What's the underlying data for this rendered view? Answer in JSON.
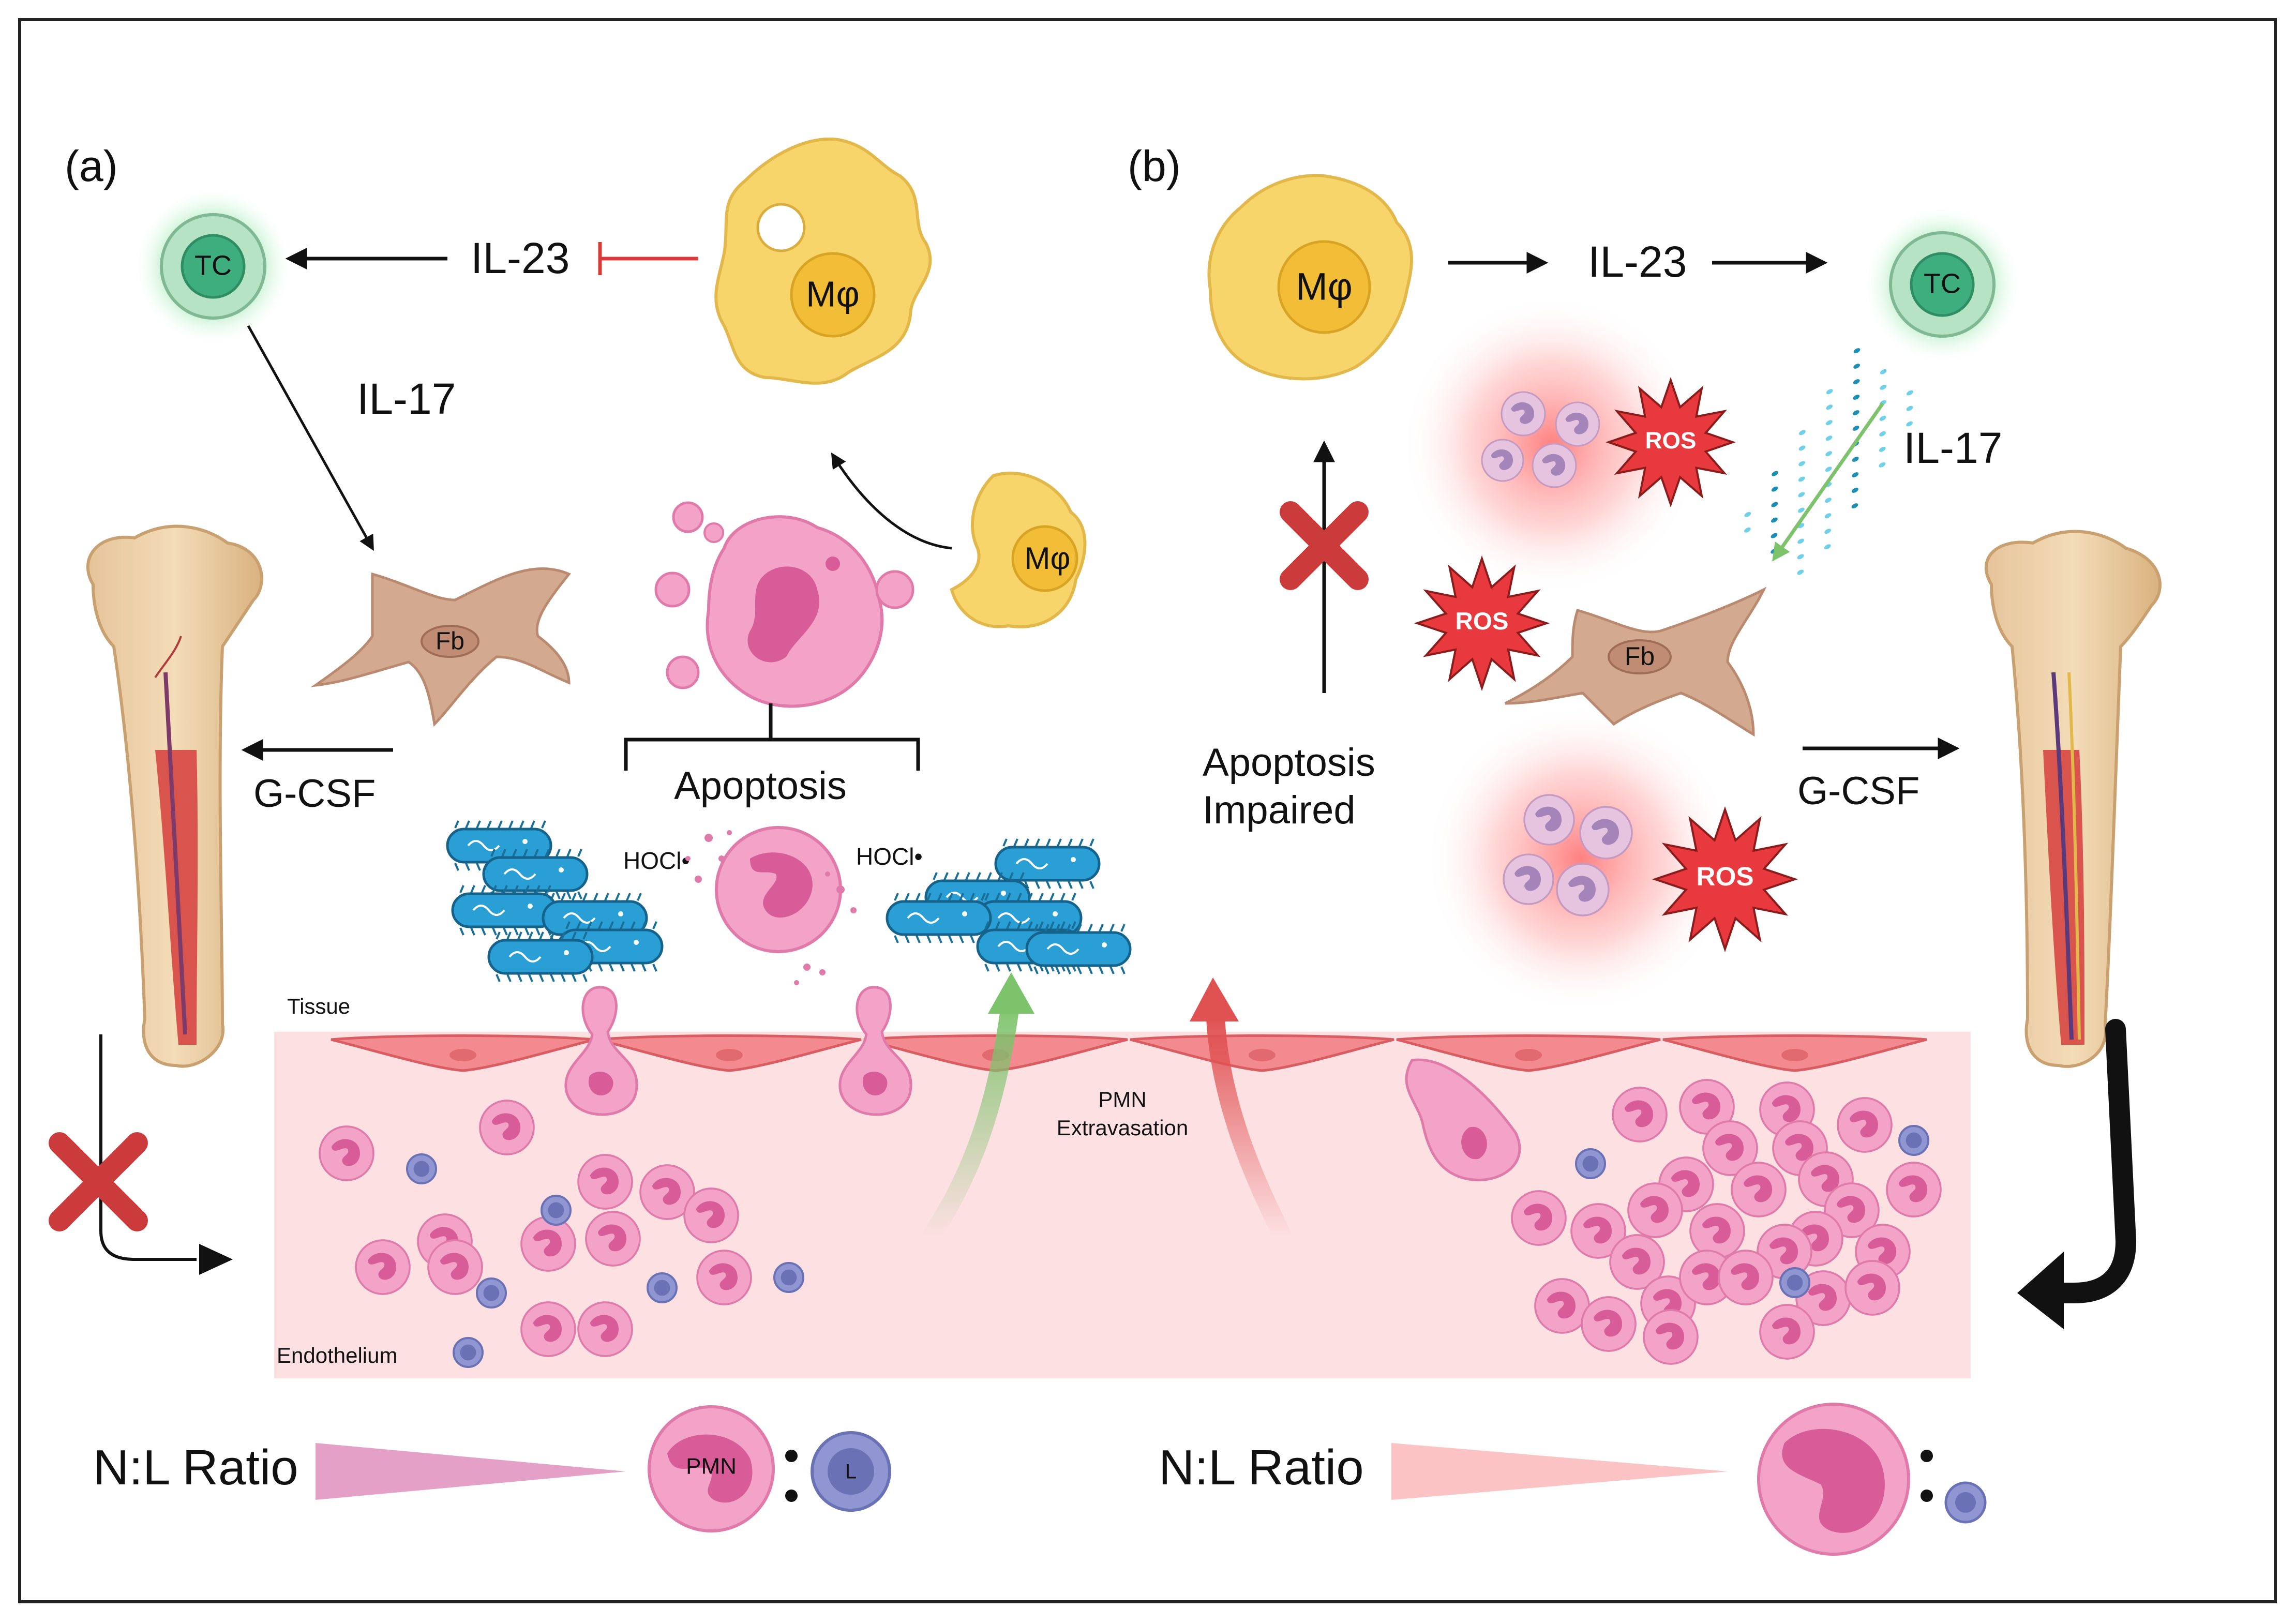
{
  "panels": {
    "a": {
      "label": "(a)"
    },
    "b": {
      "label": "(b)"
    }
  },
  "cells": {
    "tc": "TC",
    "macrophage": "Mφ",
    "fibroblast": "Fb",
    "pmn": "PMN",
    "lymphocyte": "L",
    "ros": "ROS"
  },
  "cytokines": {
    "il23": "IL-23",
    "il17": "IL-17",
    "gcsf": "G-CSF",
    "hocl": "HOCl•"
  },
  "labels": {
    "apoptosis": "Apoptosis",
    "apoptosis_impaired_1": "Apoptosis",
    "apoptosis_impaired_2": "Impaired",
    "tissue": "Tissue",
    "endothelium": "Endothelium",
    "extravasation_1": "PMN",
    "extravasation_2": "Extravasation",
    "nl_ratio": "N:L Ratio",
    "colon": ":"
  },
  "colors": {
    "tc_green": "#3fae7f",
    "macrophage_yellow": "#f7d56b",
    "fibroblast_tan": "#d3a990",
    "neutrophil_pink": "#f2a3c7",
    "lymphocyte_blue": "#7d86c9",
    "ros_red": "#e8393e",
    "bacteria_blue": "#2a9fd6",
    "vessel_pink": "#fde0e2",
    "inhibit_red": "#d93a3a",
    "arrow_green": "#7dc36b",
    "arrow_red": "#e05252"
  }
}
